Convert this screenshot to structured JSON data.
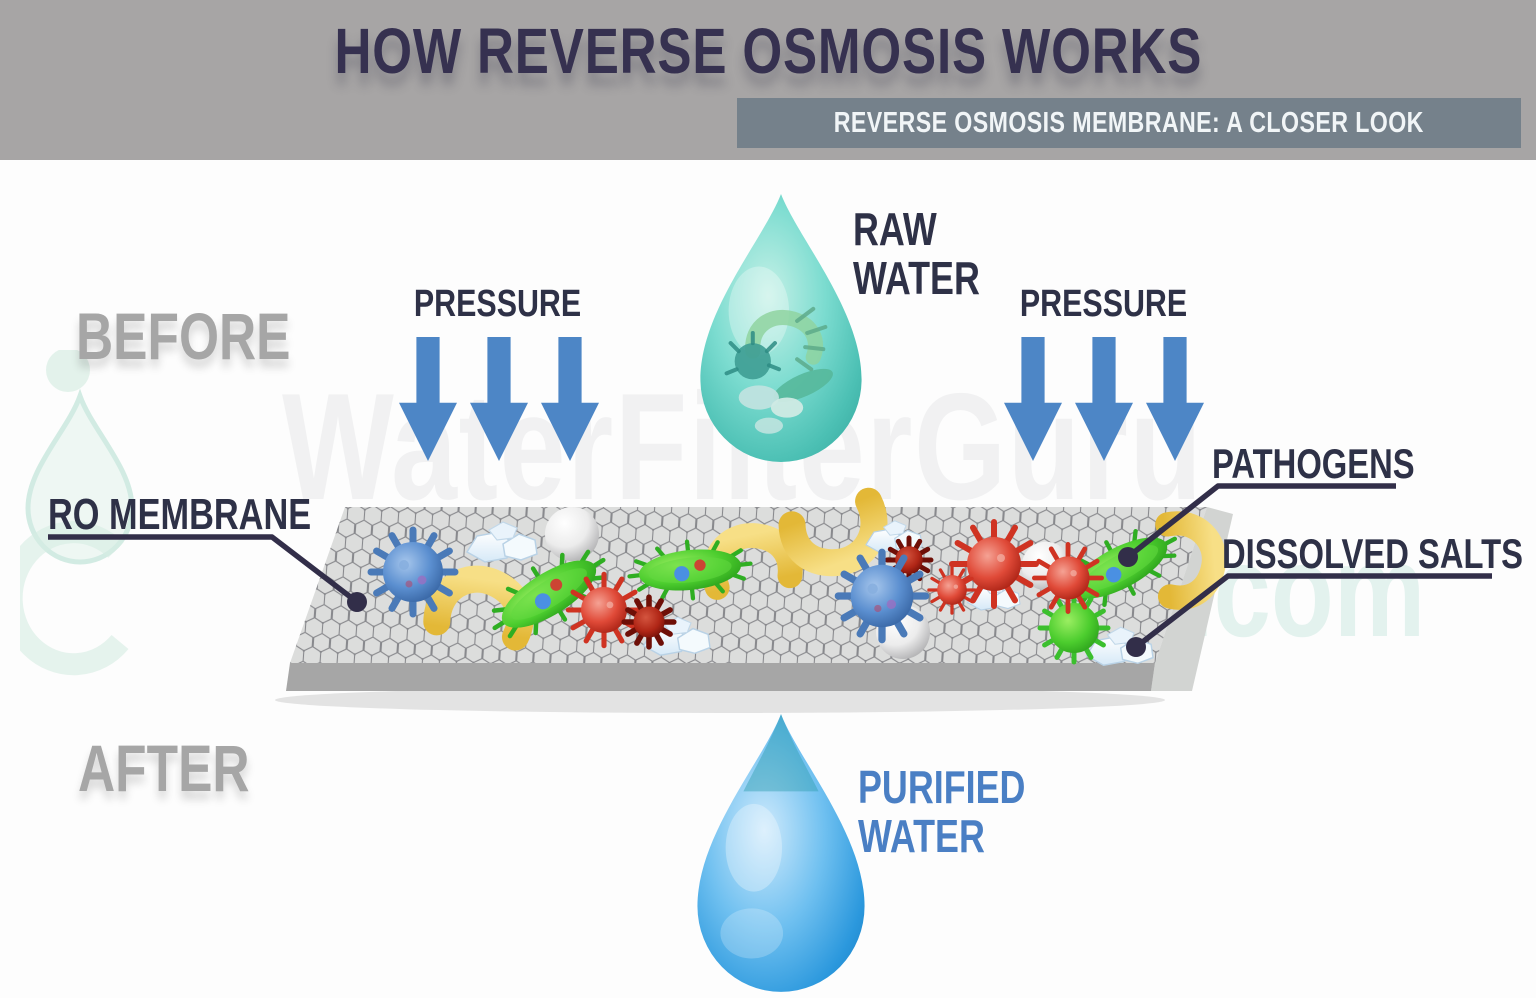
{
  "header": {
    "title": "HOW REVERSE OSMOSIS WORKS",
    "subtitle": "REVERSE OSMOSIS MEMBRANE: A CLOSER LOOK"
  },
  "stages": {
    "before": "BEFORE",
    "after": "AFTER"
  },
  "pressure": {
    "left": "PRESSURE",
    "right": "PRESSURE"
  },
  "water": {
    "raw_line1": "RAW",
    "raw_line2": "WATER",
    "purified_line1": "PURIFIED",
    "purified_line2": "WATER"
  },
  "callouts": {
    "ro_membrane": "RO MEMBRANE",
    "pathogens": "PATHOGENS",
    "dissolved_salts": "DISSOLVED SALTS"
  },
  "watermark": {
    "main": "WaterFilterGuru",
    "suffix": ".com"
  },
  "colors": {
    "header_band": "#a7a5a5",
    "title_navy": "#363150",
    "subtitle_bar": "#75818b",
    "subtitle_text": "#f1f5f7",
    "label_navy": "#2e3147",
    "stage_gray": "#a6a6a6",
    "arrow_blue": "#4d86c6",
    "purified_blue": "#4a7fc4",
    "callout_line": "#322e49",
    "membrane_top": "#dcdddc",
    "membrane_front": "#a6a6a6",
    "membrane_side": "#d2d4d2",
    "raw_teal": "#4cc0b4",
    "pure_blue": "#2b98dd"
  }
}
